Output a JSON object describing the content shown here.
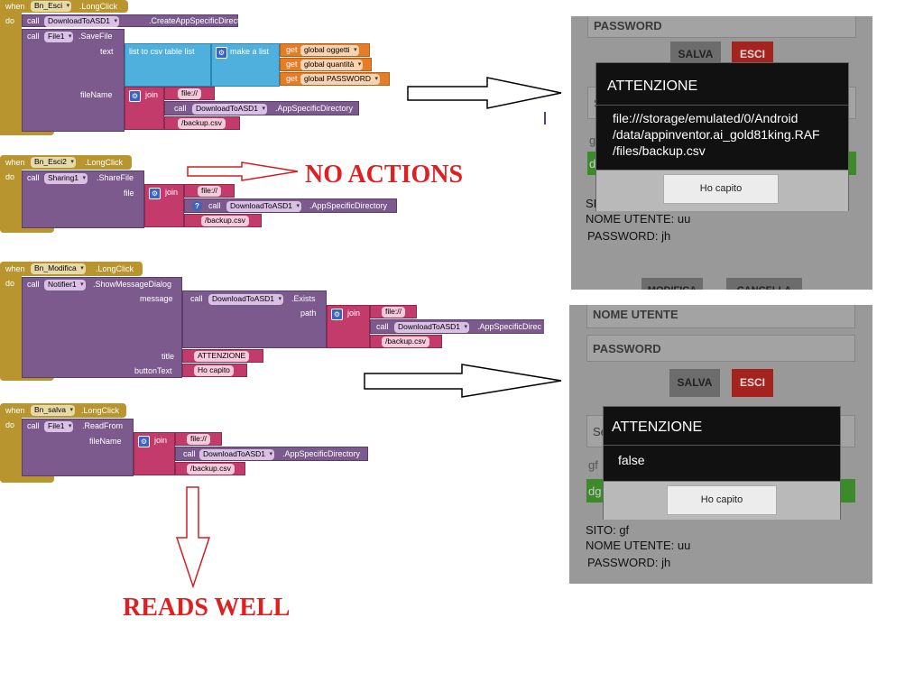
{
  "blocks": {
    "esci": {
      "when": "when",
      "component": "Bn_Esci",
      "event": ".LongClick",
      "do": "do",
      "call1": "call",
      "call1_component": "DownloadToASD1",
      "call1_method": ".CreateAppSpecificDirectory",
      "call2": "call",
      "call2_component": "File1",
      "call2_method": ".SaveFile",
      "text_param": "text",
      "list_to_csv": "list to csv table  list",
      "make_list": "make a list",
      "get": "get",
      "var1": "global oggetti",
      "var2": "global quantità",
      "var3": "global PASSWORD",
      "filename_param": "fileName",
      "join": "join",
      "str1": "file://",
      "call3": "call",
      "call3_component": "DownloadToASD1",
      "call3_method": ".AppSpecificDirectory",
      "str2": "/backup.csv"
    },
    "esci2": {
      "when": "when",
      "component": "Bn_Esci2",
      "event": ".LongClick",
      "do": "do",
      "call1": "call",
      "call1_component": "Sharing1",
      "call1_method": ".ShareFile",
      "file_param": "file",
      "join": "join",
      "str1": "file://",
      "call2": "call",
      "call2_component": "DownloadToASD1",
      "call2_method": ".AppSpecificDirectory",
      "str2": "/backup.csv"
    },
    "modifica": {
      "when": "when",
      "component": "Bn_Modifica",
      "event": ".LongClick",
      "do": "do",
      "call1": "call",
      "call1_component": "Notifier1",
      "call1_method": ".ShowMessageDialog",
      "message_param": "message",
      "call2": "call",
      "call2_component": "DownloadToASD1",
      "call2_method": ".Exists",
      "path_param": "path",
      "join": "join",
      "str1": "file://",
      "call3": "call",
      "call3_component": "DownloadToASD1",
      "call3_method": ".AppSpecificDirec",
      "str2": "/backup.csv",
      "title_param": "title",
      "title_value": "ATTENZIONE",
      "button_param": "buttonText",
      "button_value": "Ho capito"
    },
    "salva": {
      "when": "when",
      "component": "Bn_salva",
      "event": ".LongClick",
      "do": "do",
      "call1": "call",
      "call1_component": "File1",
      "call1_method": ".ReadFrom",
      "filename_param": "fileName",
      "join": "join",
      "str1": "file://",
      "call2": "call",
      "call2_component": "DownloadToASD1",
      "call2_method": ".AppSpecificDirectory",
      "str2": "/backup.csv"
    }
  },
  "annotations": {
    "no_actions": "NO ACTIONS",
    "reads_well": "READS WELL"
  },
  "phone_top": {
    "password_label": "PASSWORD",
    "salva": "SALVA",
    "esci": "ESCI",
    "dialog_title": "ATTENZIONE",
    "dialog_message_line1": "file:///storage/emulated/0/Android",
    "dialog_message_line2": "/data/appinventor.ai_gold81king.RAF",
    "dialog_message_line3": "/files/backup.csv",
    "dialog_button": "Ho capito",
    "behind_s": "S",
    "behind_gf": "gf",
    "behind_dg": "dg",
    "sito_partial": "SIT",
    "nome_utente": "NOME UTENTE: uu",
    "password_value": "PASSWORD: jh",
    "modifica": "MODIFICA",
    "cancella": "CANCELLA"
  },
  "phone_bottom": {
    "nome_label": "NOME UTENTE",
    "password_label": "PASSWORD",
    "salva": "SALVA",
    "esci": "ESCI",
    "dialog_title": "ATTENZIONE",
    "dialog_message": "false",
    "dialog_button": "Ho capito",
    "behind_se": "Se",
    "behind_gf": "gf",
    "behind_dg": "dg",
    "sito": "SITO: gf",
    "nome_utente": "NOME UTENTE: uu",
    "password_value": "PASSWORD: jh"
  },
  "colors": {
    "event_block": "#b8952e",
    "procedure_block": "#7c5a8d",
    "text_block": "#c33b6b",
    "list_block": "#4fb0dd",
    "variable_block": "#e57c26",
    "annotation_red": "#e02020"
  }
}
